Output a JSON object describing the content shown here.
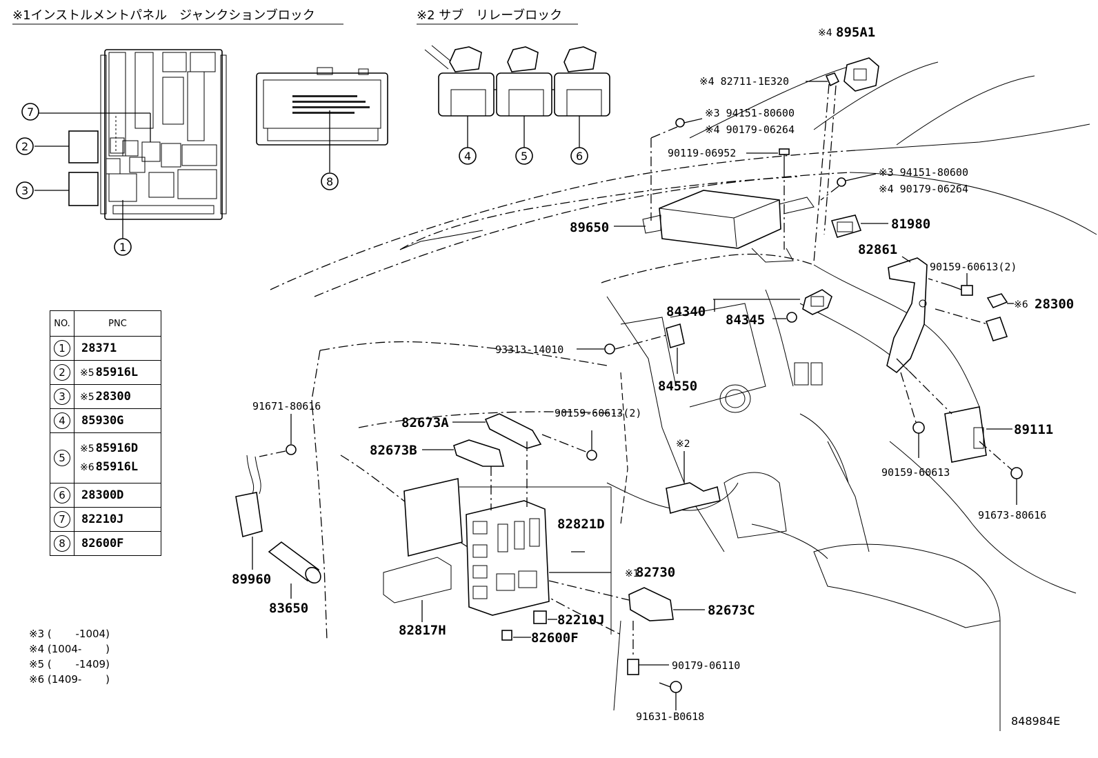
{
  "titles": {
    "junction_block": "※1インストルメントパネル　ジャンクションブロック",
    "sub_relay_block": "※2 サブ　リレーブロック"
  },
  "inset_callouts": {
    "c1": "1",
    "c2": "2",
    "c3": "3",
    "c4": "4",
    "c5": "5",
    "c6": "6",
    "c7": "7",
    "c8": "8"
  },
  "part_labels": {
    "p895A1_note": "※4",
    "p895A1": "895A1",
    "p82711": "※4 82711-1E320",
    "p94151_a": "※3 94151-80600",
    "p90179_a": "※4 90179-06264",
    "p90119": "90119-06952",
    "p94151_b": "※3 94151-80600",
    "p90179_b": "※4 90179-06264",
    "p89650": "89650",
    "p81980": "81980",
    "p82861": "82861",
    "p90159_2a": "90159-60613(2)",
    "p84340": "84340",
    "p84345": "84345",
    "p28300_note": "※6",
    "p28300": "28300",
    "p93313": "93313-14010",
    "p84550": "84550",
    "p91671": "91671-80616",
    "p82673A": "82673A",
    "p90159_2b": "90159-60613(2)",
    "p82673B": "82673B",
    "p89111": "89111",
    "sub_relay_ref": "※2",
    "p90159": "90159-60613",
    "p91673": "91673-80616",
    "p82821D": "82821D",
    "p82730_note": "※1",
    "p82730": "82730",
    "p89960": "89960",
    "p83650": "83650",
    "p82673C": "82673C",
    "p82817H": "82817H",
    "p82210J": "82210J",
    "p82600F": "82600F",
    "p90179_06110": "90179-06110",
    "p91631": "91631-B0618"
  },
  "table": {
    "header_no": "NO.",
    "header_pnc": "PNC",
    "rows": [
      {
        "no": "1",
        "lines": [
          {
            "note": "",
            "pnc": "28371"
          }
        ]
      },
      {
        "no": "2",
        "lines": [
          {
            "note": "※5",
            "pnc": "85916L"
          }
        ]
      },
      {
        "no": "3",
        "lines": [
          {
            "note": "※5",
            "pnc": "28300"
          }
        ]
      },
      {
        "no": "4",
        "lines": [
          {
            "note": "",
            "pnc": "85930G"
          }
        ]
      },
      {
        "no": "5",
        "lines": [
          {
            "note": "※5",
            "pnc": "85916D"
          },
          {
            "note": "※6",
            "pnc": "85916L"
          }
        ]
      },
      {
        "no": "6",
        "lines": [
          {
            "note": "",
            "pnc": "28300D"
          }
        ]
      },
      {
        "no": "7",
        "lines": [
          {
            "note": "",
            "pnc": "82210J"
          }
        ]
      },
      {
        "no": "8",
        "lines": [
          {
            "note": "",
            "pnc": "82600F"
          }
        ]
      }
    ]
  },
  "notes": [
    "※3 (　　 -1004)",
    "※4 (1004-　　 )",
    "※5 (　　 -1409)",
    "※6 (1409-　　 )"
  ],
  "drawing_id": "848984E"
}
